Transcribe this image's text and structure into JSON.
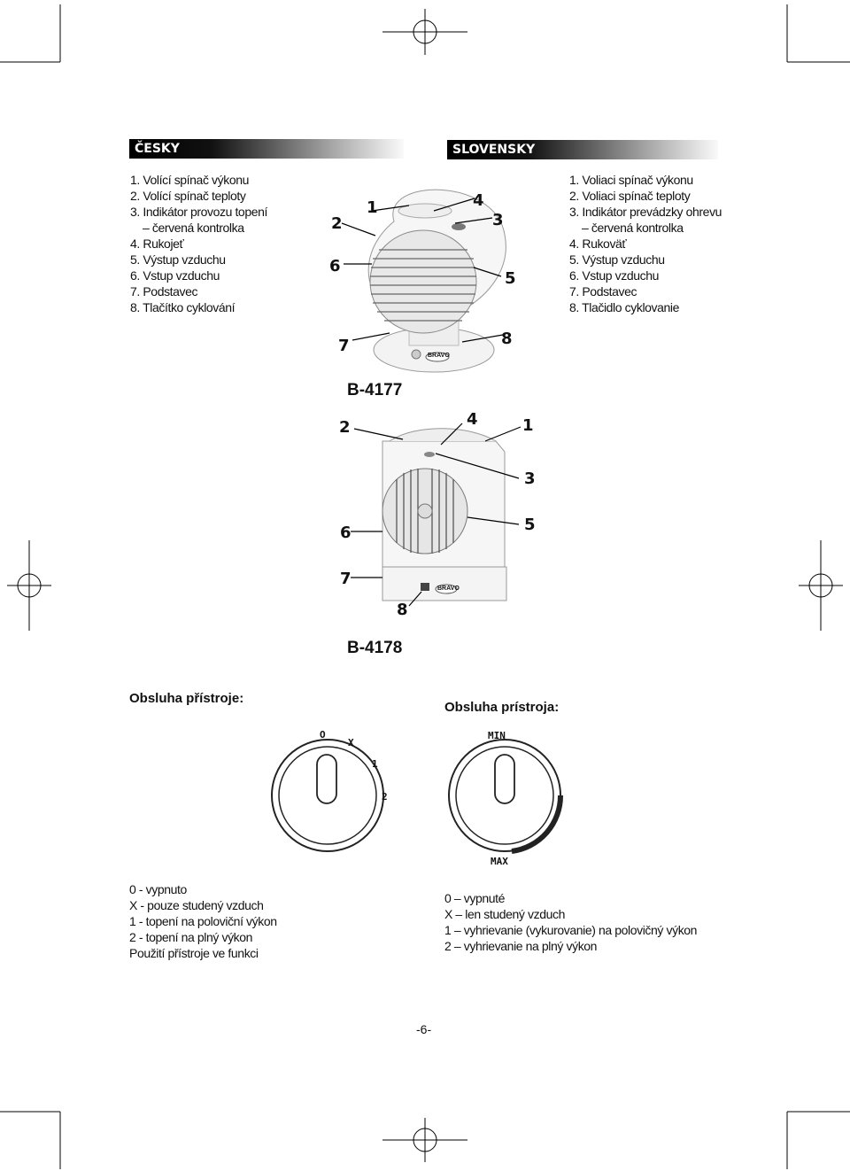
{
  "czech": {
    "header": "ČESKY",
    "parts": [
      "1. Volící spínač výkonu",
      "2. Volící spínač teploty",
      "3. Indikátor provozu topení",
      "– červená kontrolka",
      "4. Rukojeť",
      "5. Výstup vzduchu",
      "6. Vstup vzduchu",
      "7. Podstavec",
      "8. Tlačítko cyklování"
    ],
    "operation_title": "Obsluha přístroje:",
    "legend": [
      "0 - vypnuto",
      "X - pouze studený vzduch",
      "1 - topení na poloviční výkon",
      "2 - topení na plný výkon",
      "Použití přístroje ve funkci"
    ]
  },
  "slovak": {
    "header": "SLOVENSKY",
    "parts": [
      "1. Voliaci spínač výkonu",
      "2. Voliaci spínač teploty",
      "3. Indikátor prevádzky ohrevu",
      "– červená kontrolka",
      "4. Rukoväť",
      "5. Výstup vzduchu",
      "6. Vstup vzduchu",
      "7. Podstavec",
      "8. Tlačidlo cyklovanie"
    ],
    "operation_title": "Obsluha prístroja:",
    "legend": [
      "0 – vypnuté",
      "X – len studený vzduch",
      "1 – vyhrievanie (vykurovanie) na polovičný výkon",
      "2 – vyhrievanie na plný výkon"
    ]
  },
  "models": {
    "model_a": "B-4177",
    "model_b": "B-4178"
  },
  "callouts_a": [
    "1",
    "2",
    "3",
    "4",
    "5",
    "6",
    "7",
    "8"
  ],
  "callouts_b": [
    "1",
    "2",
    "3",
    "4",
    "5",
    "6",
    "7",
    "8"
  ],
  "brand": "BRAVO",
  "dial_left": {
    "o": "O",
    "x": "X",
    "one": "1",
    "two": "2"
  },
  "dial_right": {
    "min": "MIN",
    "max": "MAX"
  },
  "page_number": "-6-"
}
